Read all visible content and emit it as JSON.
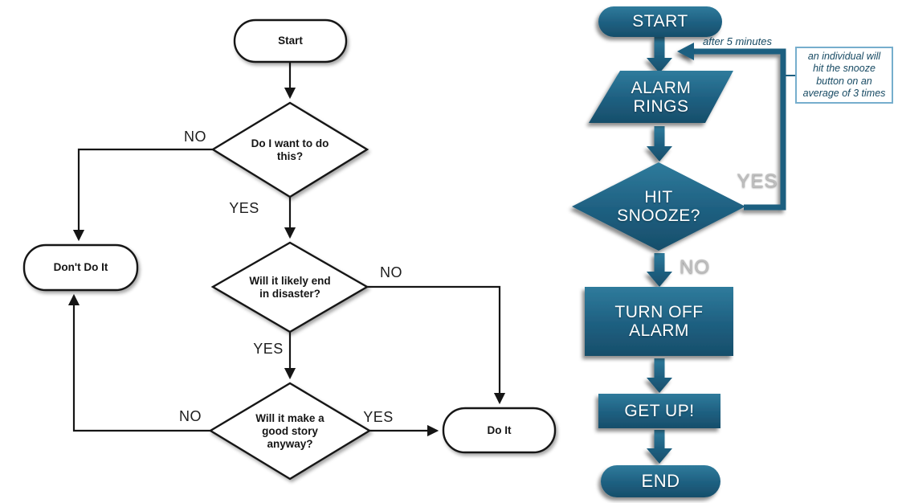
{
  "left_chart": {
    "nodes": {
      "start": "Start",
      "q1": [
        "Do I want to do",
        "this?"
      ],
      "dont": "Don't Do It",
      "q2": [
        "Will it likely end",
        "in disaster?"
      ],
      "q3": [
        "Will it make a",
        "good story",
        "anyway?"
      ],
      "doit": "Do It"
    },
    "edge_labels": {
      "q1_no": "NO",
      "q1_yes": "YES",
      "q2_no": "NO",
      "q2_yes": "YES",
      "q3_no": "NO",
      "q3_yes": "YES"
    }
  },
  "right_chart": {
    "nodes": {
      "start": "START",
      "alarm": [
        "ALARM",
        "RINGS"
      ],
      "snooze": [
        "HIT",
        "SNOOZE?"
      ],
      "turn_off": [
        "TURN OFF",
        "ALARM"
      ],
      "get_up": "GET UP!",
      "end": "END"
    },
    "edge_labels": {
      "snooze_yes": "YES",
      "snooze_no": "NO",
      "loop_caption": "after 5 minutes"
    },
    "note": [
      "an individual will",
      "hit the snooze",
      "button on an",
      "average of 3 times"
    ],
    "colors": {
      "teal": "#1e5f80",
      "teal_light": "#2f7b9c",
      "teal_dark": "#174e6a",
      "note_border": "#76aecd",
      "note_text": "#174a63",
      "gray_label": "#bfbfbf",
      "ink": "#151515"
    }
  }
}
